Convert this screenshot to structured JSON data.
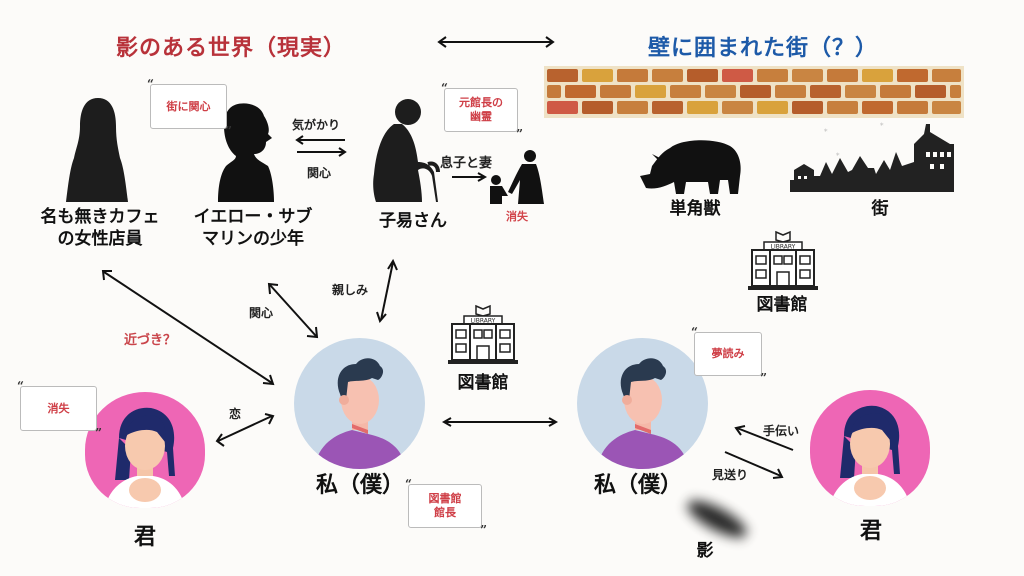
{
  "titles": {
    "left": "影のある世界（現実）",
    "right": "壁に囲まれた街（？）"
  },
  "colors": {
    "left_title": "#b8323a",
    "right_title": "#1d5aa8",
    "note_text": "#cf3f47",
    "me_avatar_bg": "#c9d9e8",
    "me_shirt": "#9b55b5",
    "kimi_avatar_bg": "#ee66b5",
    "hair": "#1f2a6b",
    "skin": "#f5c5a8"
  },
  "real_world": {
    "characters": [
      {
        "id": "cafe_woman",
        "label_line1": "名も無きカフェ",
        "label_line2": "の女性店員"
      },
      {
        "id": "yellow_sub_boy",
        "label_line1": "イエロー・サブ",
        "label_line2": "マリンの少年"
      },
      {
        "id": "koyasu",
        "label": "子易さん"
      }
    ],
    "notes": {
      "boy": "街に関心",
      "koyasu_line1": "元館長の",
      "koyasu_line2": "幽霊",
      "me": {
        "line1": "図書館",
        "line2": "館長"
      },
      "kimi": "消失"
    },
    "relations": {
      "boy_to_koyasu": "気がかり",
      "koyasu_to_boy": "関心",
      "koyasu_family": "息子と妻",
      "family_status": "消失",
      "me_boy": "関心",
      "me_koyasu": "親しみ",
      "me_cafe": "近づき？",
      "me_kimi": "恋"
    },
    "library": {
      "sign": "LIBRARY",
      "label": "図書館"
    },
    "me_label": "私（僕）",
    "kimi_label": "君"
  },
  "walled_town": {
    "unicorn_label": "単角獣",
    "town_label": "街",
    "library": {
      "sign": "LIBRARY",
      "label": "図書館"
    },
    "me_label": "私（僕）",
    "me_note": "夢読み",
    "kimi_label": "君",
    "relations": {
      "kimi_to_me": "手伝い",
      "me_to_kimi": "見送り"
    },
    "shadow_label": "影"
  }
}
